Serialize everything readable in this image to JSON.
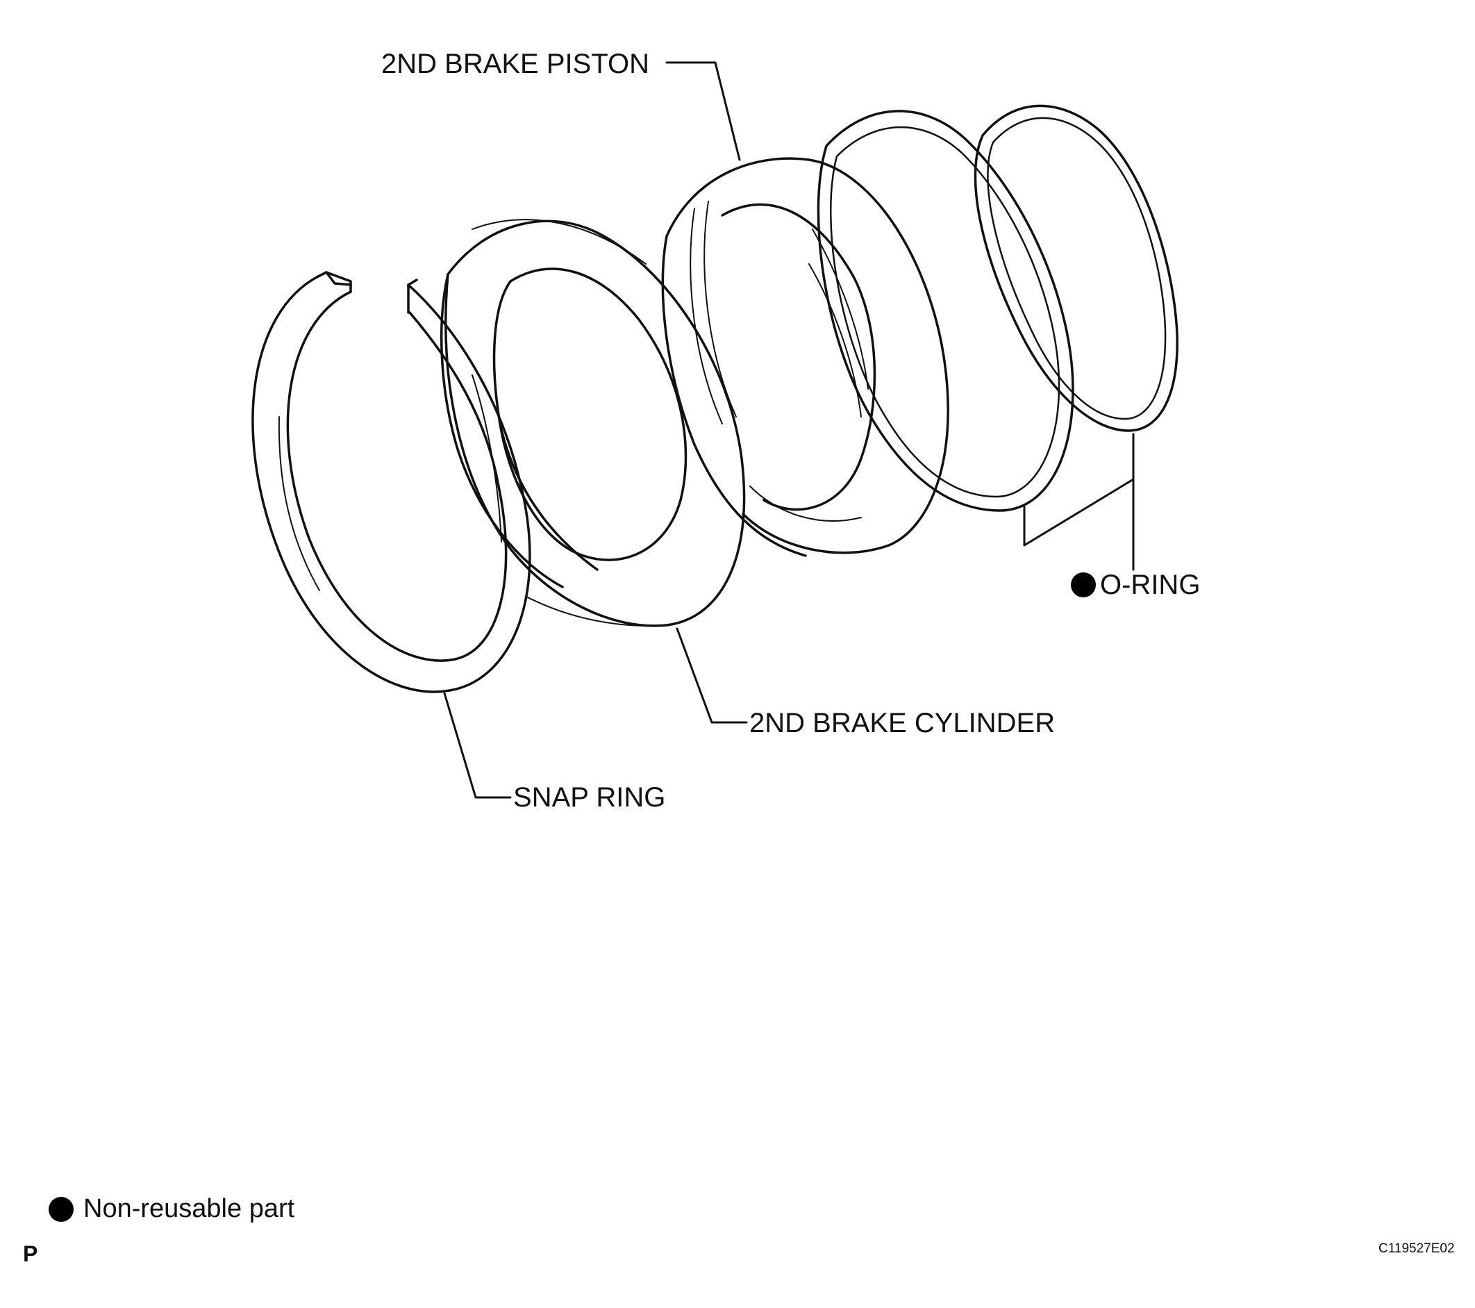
{
  "labels": {
    "piston": "2ND BRAKE PISTON",
    "o_ring": "O-RING",
    "cylinder": "2ND BRAKE CYLINDER",
    "snap_ring": "SNAP RING"
  },
  "legend": {
    "text": "Non-reusable part",
    "marker_color": "#000000"
  },
  "corner_letter": "P",
  "figure_code": "C119527E02",
  "colors": {
    "line": "#111111",
    "background": "#ffffff"
  }
}
